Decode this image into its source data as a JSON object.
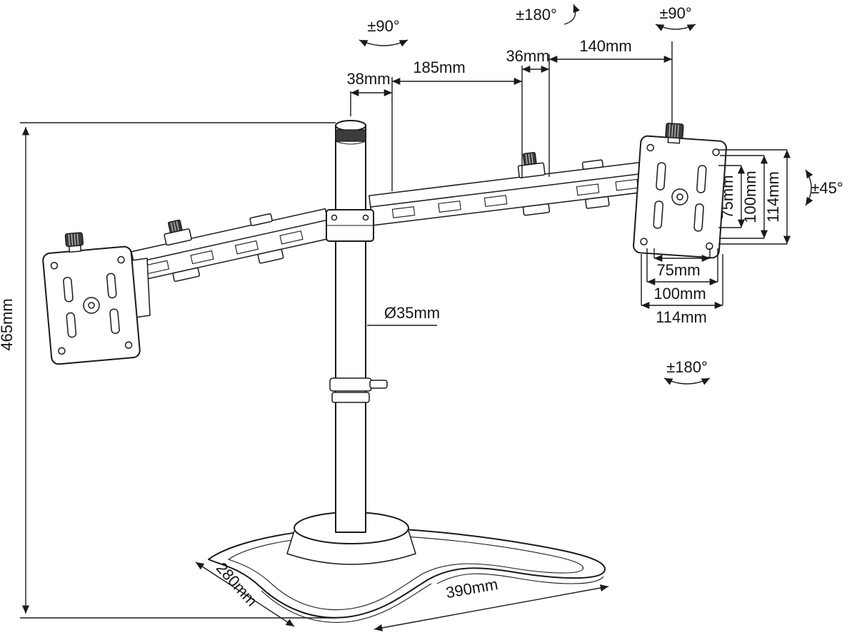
{
  "labels": {
    "rot_pole_top": "±90°",
    "rot_arm_joint": "±180°",
    "rot_head_top": "±90°",
    "rot_head_tilt": "±45°",
    "rot_head_swivel": "±180°",
    "dim_pole_offset": "38mm",
    "dim_arm_inner": "185mm",
    "dim_clamp_width": "36mm",
    "dim_arm_outer": "140mm",
    "dim_height": "465mm",
    "dim_pole_diameter": "Ø35mm",
    "dim_base_depth": "280mm",
    "dim_base_width": "390mm",
    "vesa_vertical_75": "75mm",
    "vesa_vertical_100": "100mm",
    "vesa_vertical_114": "114mm",
    "vesa_horizontal_75": "75mm",
    "vesa_horizontal_100": "100mm",
    "vesa_horizontal_114": "114mm"
  },
  "colors": {
    "line": "#1a1a1a",
    "background": "#ffffff",
    "knob_dark": "#3c3c3c"
  }
}
